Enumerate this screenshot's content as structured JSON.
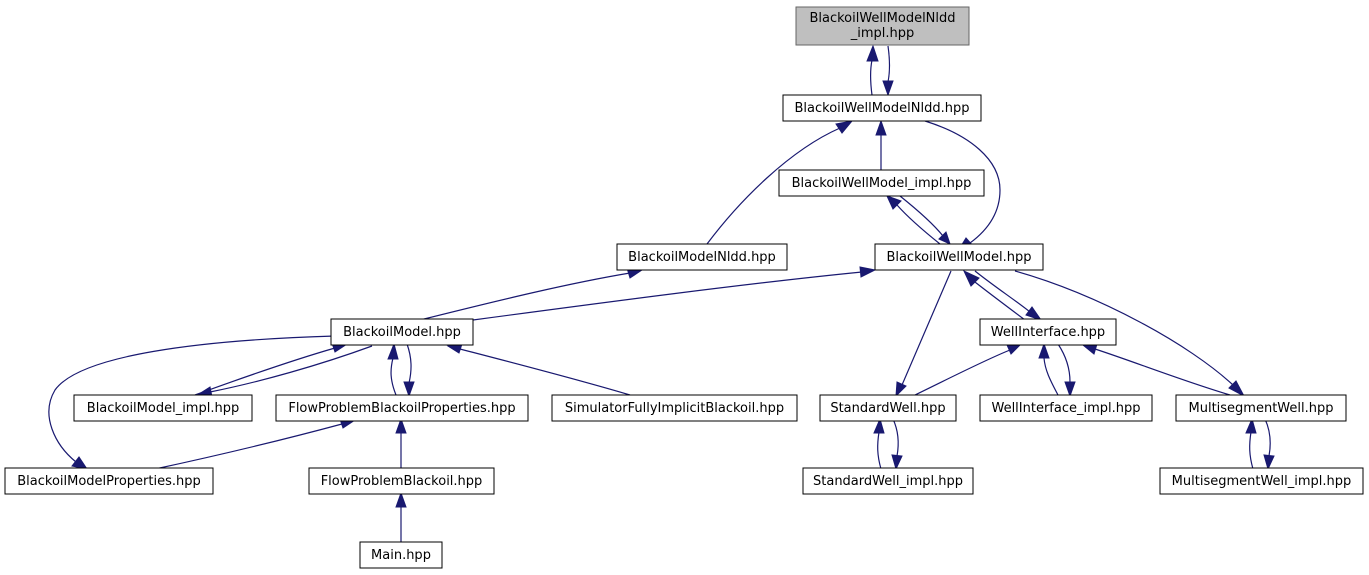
{
  "colors": {
    "edge": "#191970",
    "node_border": "#000000",
    "root_fill": "#bfbfbf",
    "node_fill": "#ffffff"
  },
  "nodes": [
    {
      "id": "wm_nldd_impl",
      "label": [
        "BlackoilWellModelNldd",
        "_impl.hpp"
      ],
      "root": true
    },
    {
      "id": "wm_nldd",
      "label": [
        "BlackoilWellModelNldd.hpp"
      ]
    },
    {
      "id": "wm_impl",
      "label": [
        "BlackoilWellModel_impl.hpp"
      ]
    },
    {
      "id": "model_nldd",
      "label": [
        "BlackoilModelNldd.hpp"
      ]
    },
    {
      "id": "wm",
      "label": [
        "BlackoilWellModel.hpp"
      ]
    },
    {
      "id": "model",
      "label": [
        "BlackoilModel.hpp"
      ]
    },
    {
      "id": "wi",
      "label": [
        "WellInterface.hpp"
      ]
    },
    {
      "id": "model_impl",
      "label": [
        "BlackoilModel_impl.hpp"
      ]
    },
    {
      "id": "fpbp",
      "label": [
        "FlowProblemBlackoilProperties.hpp"
      ]
    },
    {
      "id": "sfib",
      "label": [
        "SimulatorFullyImplicitBlackoil.hpp"
      ]
    },
    {
      "id": "sw",
      "label": [
        "StandardWell.hpp"
      ]
    },
    {
      "id": "wi_impl",
      "label": [
        "WellInterface_impl.hpp"
      ]
    },
    {
      "id": "msw",
      "label": [
        "MultisegmentWell.hpp"
      ]
    },
    {
      "id": "bmp",
      "label": [
        "BlackoilModelProperties.hpp"
      ]
    },
    {
      "id": "fpb",
      "label": [
        "FlowProblemBlackoil.hpp"
      ]
    },
    {
      "id": "sw_impl",
      "label": [
        "StandardWell_impl.hpp"
      ]
    },
    {
      "id": "msw_impl",
      "label": [
        "MultisegmentWell_impl.hpp"
      ]
    },
    {
      "id": "main",
      "label": [
        "Main.hpp"
      ]
    }
  ]
}
